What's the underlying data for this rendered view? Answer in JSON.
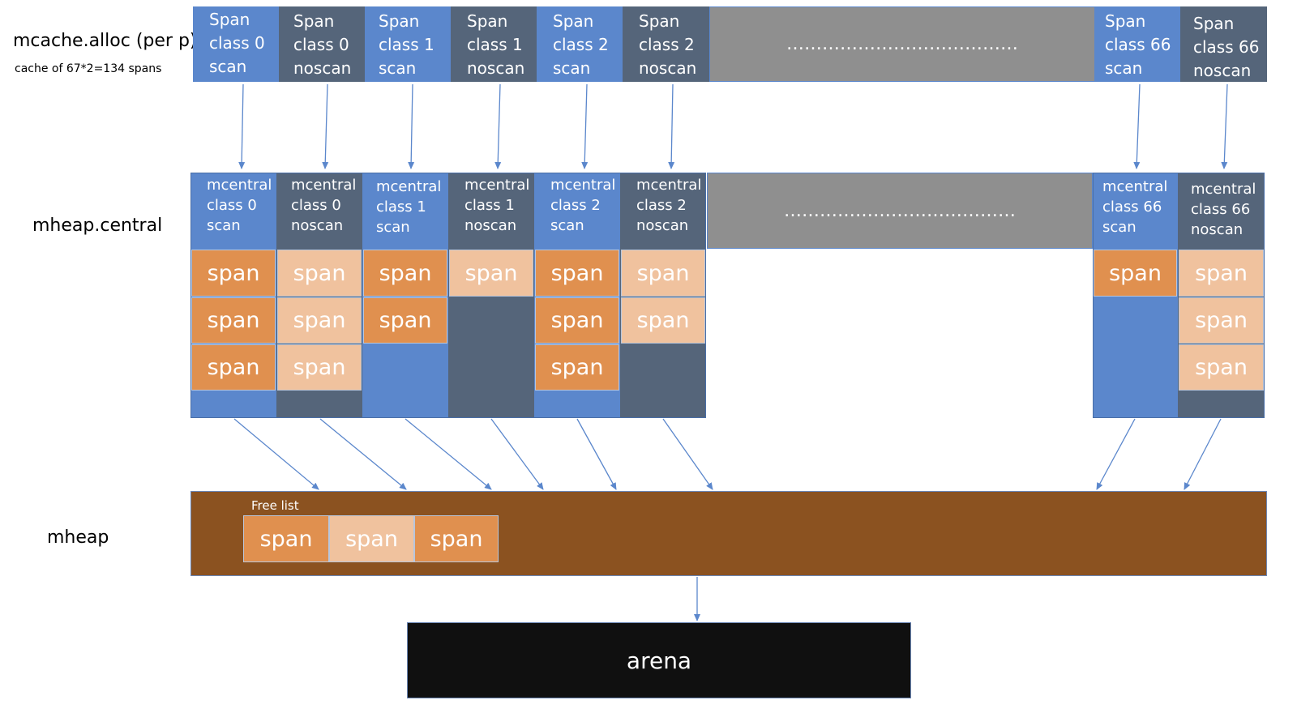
{
  "mcache": {
    "title": "mcache.alloc (per p)",
    "subtitle": "cache of 67*2=134 spans",
    "cells": [
      {
        "text": "Span\nclass 0\nscan",
        "kind": "scan"
      },
      {
        "text": "Span\nclass 0\nnoscan",
        "kind": "noscan"
      },
      {
        "text": "Span\nclass 1\nscan",
        "kind": "scan"
      },
      {
        "text": "Span\nclass 1\nnoscan",
        "kind": "noscan"
      },
      {
        "text": "Span\nclass 2\nscan",
        "kind": "scan"
      },
      {
        "text": "Span\nclass 2\nnoscan",
        "kind": "noscan"
      },
      {
        "text": "Span\nclass 66\nscan",
        "kind": "scan"
      },
      {
        "text": "Span\nclass 66\nnoscan",
        "kind": "noscan"
      }
    ],
    "ellipsis": "…………………………………"
  },
  "central": {
    "title": "mheap.central",
    "cells": [
      {
        "text": "mcentral\nclass 0\nscan",
        "kind": "scan"
      },
      {
        "text": "mcentral\nclass 0\nnoscan",
        "kind": "noscan"
      },
      {
        "text": "mcentral\nclass 1\nscan",
        "kind": "scan"
      },
      {
        "text": "mcentral\nclass 1\nnoscan",
        "kind": "noscan"
      },
      {
        "text": "mcentral\nclass 2\nscan",
        "kind": "scan"
      },
      {
        "text": "mcentral\nclass 2\nnoscan",
        "kind": "noscan"
      },
      {
        "text": "mcentral\nclass 66\nscan",
        "kind": "scan"
      },
      {
        "text": "mcentral\nclass 66\nnoscan",
        "kind": "noscan"
      }
    ],
    "ellipsis": "…………………………………",
    "span_label": "span"
  },
  "mheap": {
    "title": "mheap",
    "free_list_label": "Free list",
    "free_list_spans": [
      "span",
      "span",
      "span"
    ]
  },
  "arena": {
    "label": "arena"
  },
  "colors": {
    "scan": "#5b87cc",
    "noscan": "#55657a",
    "span_dark": "#e0904f",
    "span_light": "#f0c29e",
    "mheap": "#8b5220",
    "arena": "#101010",
    "ellipsis_block": "#8f8f8f",
    "arrow": "#5b87cc"
  }
}
